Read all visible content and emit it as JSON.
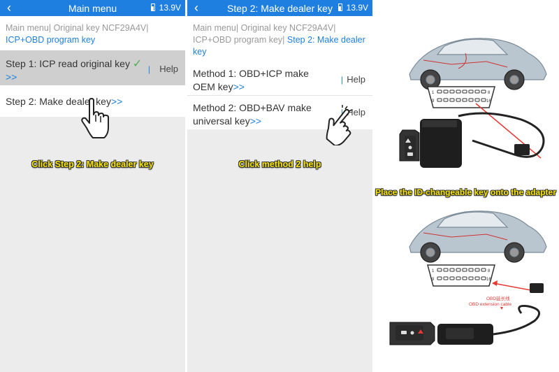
{
  "panel1": {
    "title": "Main menu",
    "battery": "13.9V",
    "breadcrumb": {
      "item1": "Main menu",
      "sep1": "|",
      "item2": "Original key NCF29A4V",
      "sep2": "|",
      "item3": "ICP+OBD program key"
    },
    "step1": {
      "label": "Step 1: ICP read original key",
      "check": "✓",
      "arrows": ">>",
      "sep": "|",
      "help": "Help"
    },
    "step2": {
      "label": "Step 2: Make dealer key",
      "arrows": ">>"
    },
    "caption": "Click Step 2: Make dealer key"
  },
  "panel2": {
    "title": "Step 2: Make dealer key",
    "battery": "13.9V",
    "breadcrumb": {
      "item1": "Main menu",
      "sep1": "|",
      "item2": "Original key NCF29A4V",
      "sep2": "|",
      "item3": "ICP+OBD program key",
      "sep3": "|",
      "item4": "Step 2: Make dealer key"
    },
    "method1": {
      "line1": "Method 1: OBD+ICP make",
      "line2": "OEM key",
      "arrows": ">>",
      "sep": "|",
      "help": "Help"
    },
    "method2": {
      "line1": "Method 2: OBD+BAV make",
      "line2": "universal key",
      "arrows": ">>",
      "sep": "|",
      "help": "Help"
    },
    "caption": "Click method 2 help"
  },
  "panel3": {
    "caption": "Place the ID-changeable key onto the adapter",
    "diagram1": {
      "pin_top_left": "1",
      "pin_top_right": "8",
      "pin_bottom_left": "9",
      "pin_bottom_right": "16"
    },
    "diagram2": {
      "pin_top_left": "1",
      "pin_top_right": "8",
      "pin_bottom_left": "9",
      "pin_bottom_right": "16",
      "cable_label_cn": "OBD延长线",
      "cable_label_en": "OBD extension cable"
    }
  },
  "colors": {
    "accent": "#1f7fe0",
    "caption": "#f7e400",
    "check": "#4caf50",
    "highlight_row": "#cfcfcf",
    "red_line": "#e53935"
  }
}
